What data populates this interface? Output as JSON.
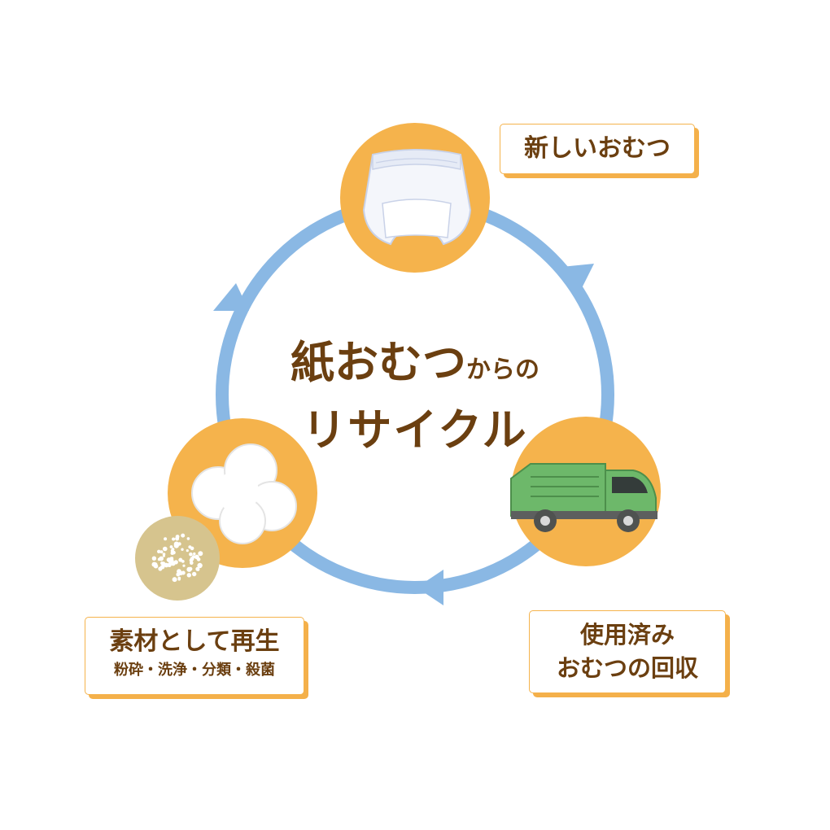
{
  "center": {
    "title_big": "紙おむつ",
    "title_small": "からの",
    "title_line2": "リサイクル"
  },
  "steps": {
    "new_diaper": "新しいおむつ",
    "collect_line1": "使用済み",
    "collect_line2": "おむつの回収",
    "recycle_main": "素材として再生",
    "recycle_sub": "粉砕・洗浄・分類・殺菌"
  },
  "colors": {
    "cycle_arrow": "#8ab8e4",
    "circle_fill": "#f5b34c",
    "text_brown": "#6b3f10",
    "truck_green": "#6db86a",
    "pellet_disc": "#d6c48e"
  },
  "icons": {
    "new_diaper": "diaper-icon",
    "collect": "garbage-truck-icon",
    "recycle_fiber": "cotton-icon",
    "recycle_pellet": "pellet-icon"
  }
}
